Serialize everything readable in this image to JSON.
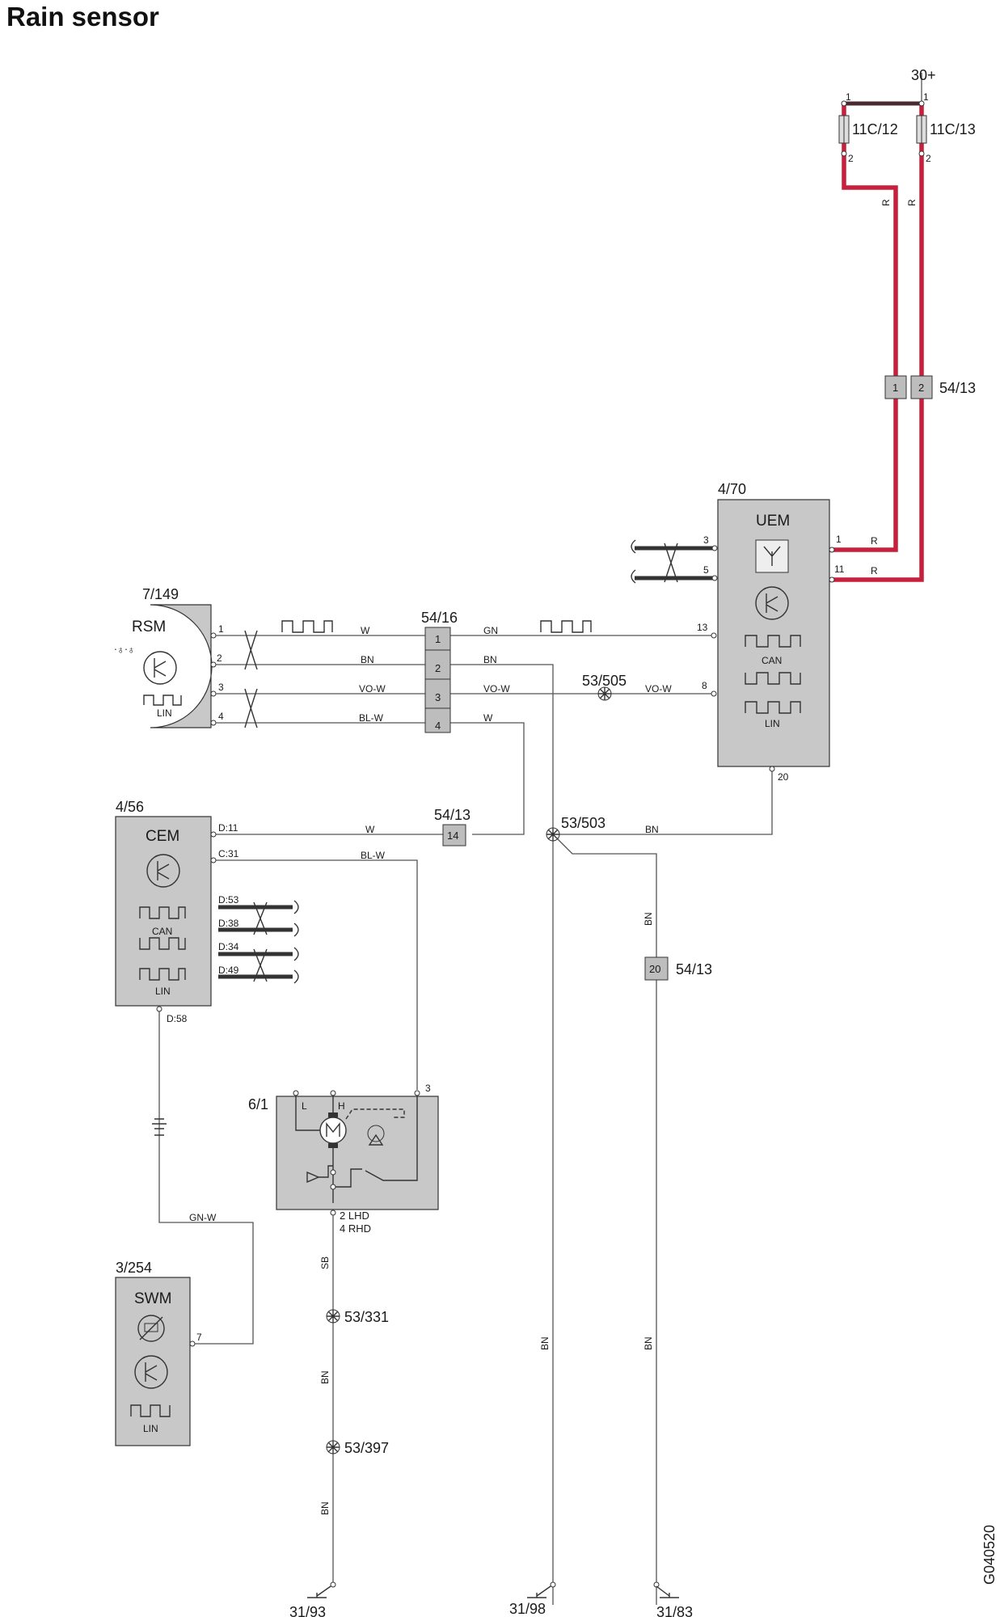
{
  "title": "Rain sensor",
  "doc_id": "G040520",
  "supply": "30+",
  "fuses": {
    "f1": "11C/12",
    "f2": "11C/13",
    "pin1": "1",
    "pin2": "2"
  },
  "connectors": {
    "c5413_top": {
      "name": "54/13",
      "p1": "1",
      "p2": "2"
    },
    "c5416": {
      "name": "54/16",
      "p1": "1",
      "p2": "2",
      "p3": "3",
      "p4": "4"
    },
    "c5413_mid": {
      "name": "54/13",
      "pin": "14"
    },
    "c5413_low": {
      "name": "54/13",
      "pin": "20"
    }
  },
  "splices": {
    "s505": "53/505",
    "s503": "53/503",
    "s331": "53/331",
    "s397": "53/397"
  },
  "grounds": {
    "g93": "31/93",
    "g98": "31/98",
    "g83": "31/83"
  },
  "modules": {
    "uem": {
      "ref": "4/70",
      "name": "UEM",
      "can": "CAN",
      "lin": "LIN",
      "pins": {
        "p3": "3",
        "p5": "5",
        "p1": "1",
        "p11": "11",
        "p13": "13",
        "p8": "8",
        "p20": "20"
      }
    },
    "rsm": {
      "ref": "7/149",
      "name": "RSM",
      "lin": "LIN",
      "pins": {
        "p1": "1",
        "p2": "2",
        "p3": "3",
        "p4": "4"
      }
    },
    "cem": {
      "ref": "4/56",
      "name": "CEM",
      "can": "CAN",
      "lin": "LIN",
      "pins": {
        "d11": "D:11",
        "c31": "C:31",
        "d53": "D:53",
        "d38": "D:38",
        "d34": "D:34",
        "d49": "D:49",
        "d58": "D:58"
      }
    },
    "wiper": {
      "ref": "6/1",
      "pin3": "3",
      "L": "L",
      "H": "H",
      "lhd": "2 LHD",
      "rhd": "4 RHD"
    },
    "swm": {
      "ref": "3/254",
      "name": "SWM",
      "lin": "LIN",
      "pin7": "7"
    }
  },
  "wires": {
    "r": "R",
    "w": "W",
    "bn": "BN",
    "gn": "GN",
    "vow": "VO-W",
    "blw": "BL-W",
    "gnw": "GN-W",
    "sb": "SB"
  }
}
